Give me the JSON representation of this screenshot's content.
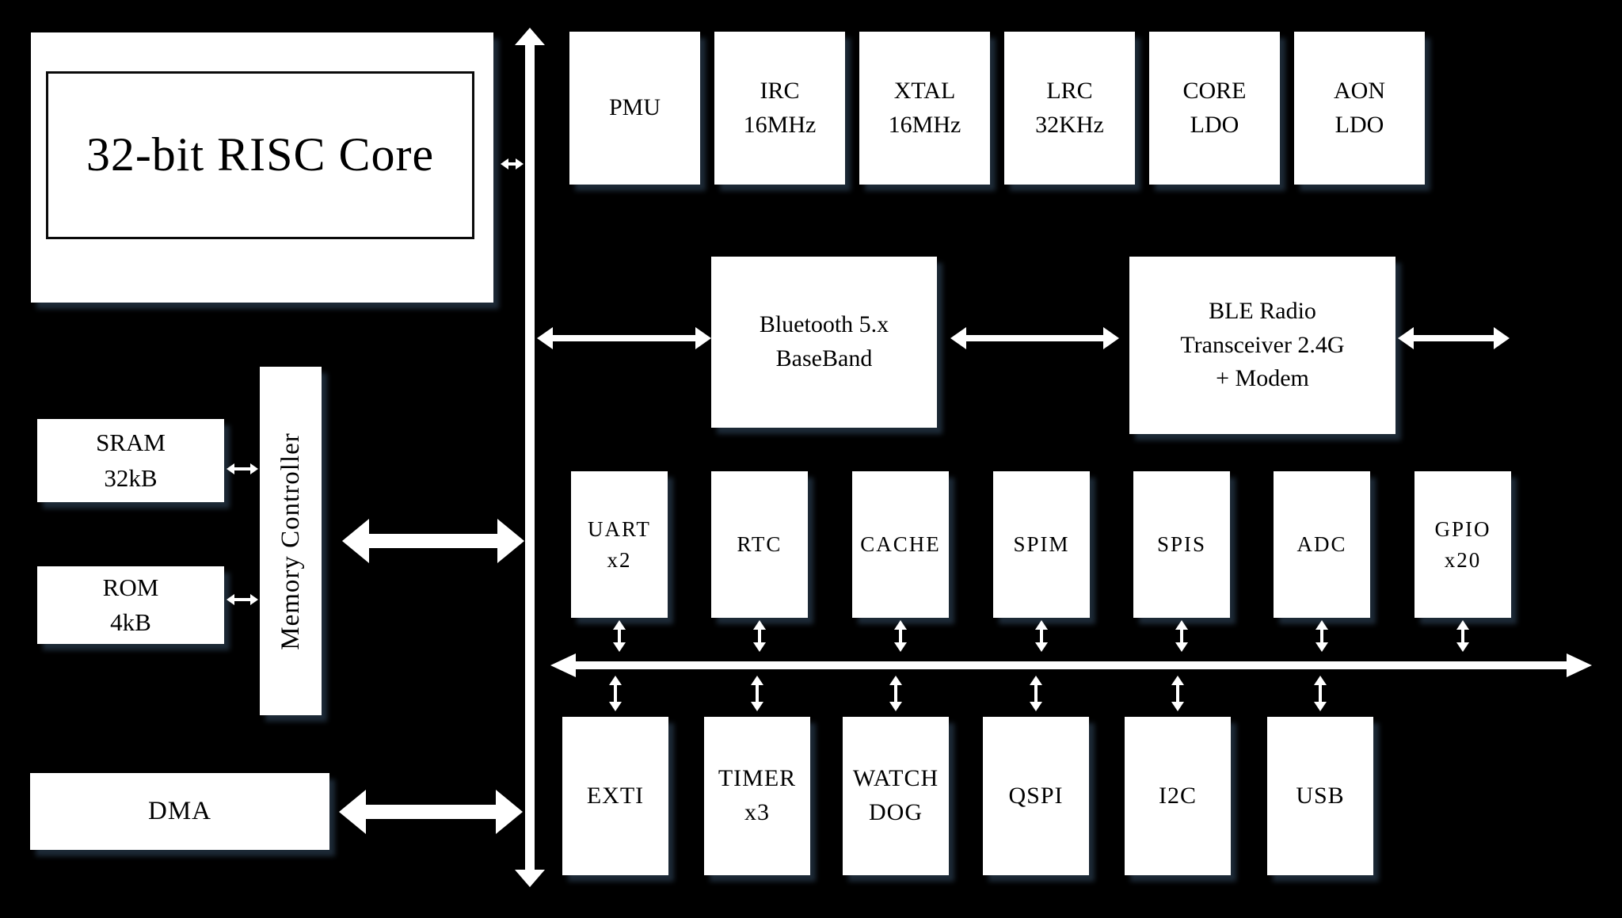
{
  "blocks": {
    "core": {
      "label": "32-bit RISC Core"
    },
    "pmu": {
      "line1": "PMU"
    },
    "irc": {
      "line1": "IRC",
      "line2": "16MHz"
    },
    "xtal": {
      "line1": "XTAL",
      "line2": "16MHz"
    },
    "lrc": {
      "line1": "LRC",
      "line2": "32KHz"
    },
    "core_ldo": {
      "line1": "CORE",
      "line2": "LDO"
    },
    "aon_ldo": {
      "line1": "AON",
      "line2": "LDO"
    },
    "baseband": {
      "line1": "Bluetooth 5.x",
      "line2": "BaseBand"
    },
    "ble_radio": {
      "line1": "BLE Radio",
      "line2": "Transceiver 2.4G",
      "line3": "+ Modem"
    },
    "sram": {
      "line1": "SRAM",
      "line2": "32kB"
    },
    "rom": {
      "line1": "ROM",
      "line2": "4kB"
    },
    "memory_controller": {
      "label": "Memory Controller"
    },
    "dma": {
      "label": "DMA"
    },
    "uart": {
      "line1": "UART",
      "line2": "x2"
    },
    "rtc": {
      "line1": "RTC"
    },
    "cache": {
      "line1": "CACHE"
    },
    "spim": {
      "line1": "SPIM"
    },
    "spis": {
      "line1": "SPIS"
    },
    "adc": {
      "line1": "ADC"
    },
    "gpio": {
      "line1": "GPIO",
      "line2": "x20"
    },
    "exti": {
      "line1": "EXTI"
    },
    "timer": {
      "line1": "TIMER",
      "line2": "x3"
    },
    "watchdog": {
      "line1": "WATCH",
      "line2": "DOG"
    },
    "qspi": {
      "line1": "QSPI"
    },
    "i2c": {
      "line1": "I2C"
    },
    "usb": {
      "line1": "USB"
    }
  },
  "colors": {
    "background": "#000000",
    "box_fill": "#ffffff",
    "box_text": "#000000",
    "arrow": "#ffffff",
    "shadow": "#1d2a37"
  }
}
